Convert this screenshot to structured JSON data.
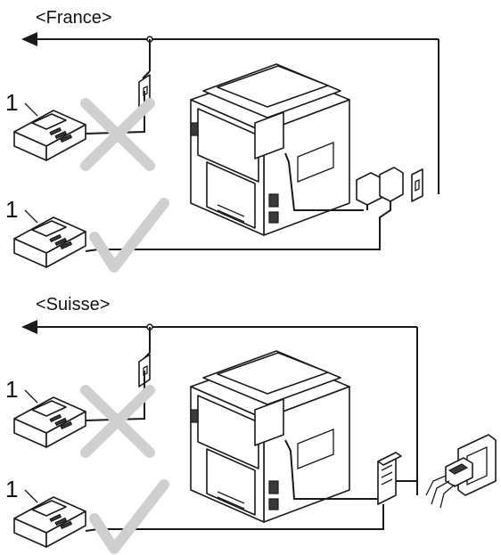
{
  "sections": [
    {
      "label": "<France>"
    },
    {
      "label": "<Suisse>"
    }
  ],
  "callouts": [
    {
      "number": "1"
    },
    {
      "number": "1"
    },
    {
      "number": "1"
    },
    {
      "number": "1"
    }
  ],
  "colors": {
    "line": "#1a1a1a",
    "mark_gray": "#cfcfcf",
    "device_fill": "#ffffff"
  },
  "icons": {
    "wrong": "cross-mark-icon",
    "correct": "check-mark-icon"
  }
}
